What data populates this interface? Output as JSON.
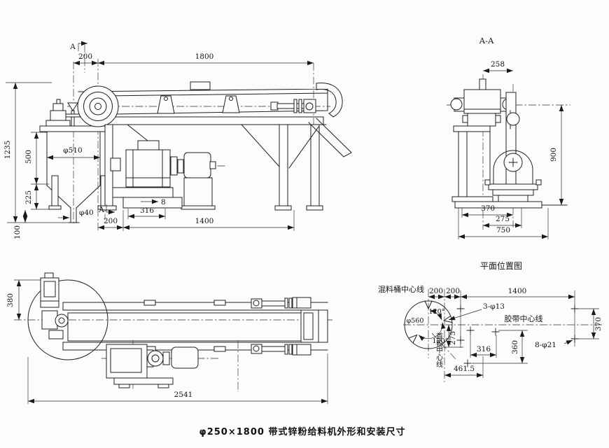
{
  "caption": "φ250×1800 带式锌粉给料机外形和安装尺寸",
  "front_view": {
    "section_marker_top": "A",
    "section_marker_bottom": "A",
    "dim_offset_top": "200",
    "dim_belt_length": "1800",
    "dim_total_height": "1235",
    "dim_barrel_height": "500",
    "dim_cone_height": "225",
    "dim_outlet_height": "100",
    "dim_barrel_dia": "φ510",
    "dim_outlet_dia": "φ40",
    "dim_offset_bottom": "200",
    "dim_frame_span": "1400",
    "dim_base_width": "316",
    "dim_base_gap": "8"
  },
  "section_aa": {
    "title": "A-A",
    "dim_width_top": "258",
    "dim_height": "900",
    "dim_base_370": "370",
    "dim_base_275": "275",
    "dim_base_750": "750"
  },
  "plan_view": {
    "dim_width": "380",
    "dim_total_length": "2541"
  },
  "layout_view": {
    "title": "平面位置图",
    "label_barrel_cl": "混料桶中心线",
    "label_belt_cl": "胶带中心线",
    "label_head_pulley_cl": "首轮中心线",
    "label_holes_small": "3-φ13",
    "label_holes_anchor": "8-φ21",
    "dim_200_a": "200",
    "dim_200_b": "200",
    "dim_1400": "1400",
    "dim_barrel_dia": "φ560",
    "angle_a": "120°",
    "angle_b": "120°",
    "dim_275": "275",
    "dim_316": "316",
    "dim_360": "360",
    "dim_370": "370",
    "dim_461_5": "461.5"
  }
}
